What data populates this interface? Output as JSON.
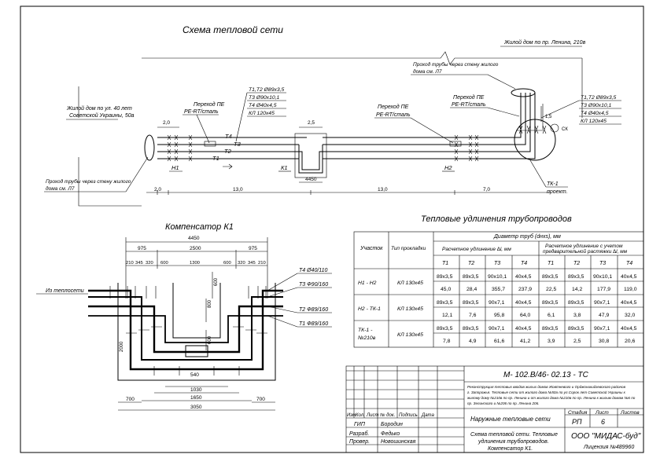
{
  "network": {
    "title": "Схема тепловой сети",
    "house_left": "Жилой дом по ул. 40 лет",
    "house_left_2": "Советской Украины, 50а",
    "house_right": "Жилой дом по пр. Ленина, 210в",
    "pass_right": "Проход трубы через стену жилого",
    "pass_right_2": "дома см. Л7",
    "pass_left": "Проход трубы через стену жилого",
    "pass_left_2": "дома см. Л7",
    "transition": "Переход ПЕ",
    "transition_2": "PE-RT/сталь",
    "spec_1": "Т1,Т2 Ø89х3,5",
    "spec_2": "Т3 Ø90х10,1",
    "spec_3": "Т4 Ø40х4,5",
    "spec_4": "КЛ 120х45",
    "pipes": [
      "Т4",
      "Т3",
      "Т2",
      "Т1"
    ],
    "nodes": [
      "Н1",
      "К1",
      "Н2"
    ],
    "tk": "ТК-1",
    "tk_2": "проект.",
    "sk": "СК",
    "dims": [
      "2,0",
      "2,5",
      "4450",
      "1,5",
      "2,0",
      "13,0",
      "13,0",
      "7,0"
    ]
  },
  "compensator": {
    "title": "Компенсатор К1",
    "from": "Из теплосети",
    "pipes": [
      "Т4 Ø40/110",
      "Т3 Ф90/160",
      "Т2 Ф89/160",
      "Т1 Ф89/160"
    ],
    "dims_top": [
      "4450",
      "975",
      "2500",
      "975",
      "210",
      "345",
      "320",
      "600",
      "1300",
      "600",
      "320",
      "345",
      "210"
    ],
    "dims_bottom": [
      "540",
      "1030",
      "1650",
      "3050",
      "700",
      "700"
    ],
    "dims_vert": [
      "600",
      "800",
      "600",
      "2000"
    ]
  },
  "table": {
    "title": "Тепловые удлинения трубопроводов",
    "col_section": "Участок",
    "col_type": "Тип прокладки",
    "col_diam": "Диаметр труб (dнхs), мм",
    "col_calc": "Расчетное удлинение ∆l, мм",
    "col_calc2": "Расчетное удлинение с учетом",
    "col_calc2_b": "предварительной растяжки ∆l, мм",
    "pipe_heads": [
      "Т1",
      "Т2",
      "Т3",
      "Т4",
      "Т1",
      "Т2",
      "Т3",
      "Т4"
    ],
    "rows": [
      {
        "section": "Н1 - Н2",
        "type": "КЛ 130х45",
        "d": [
          "89х3,5",
          "89х3,5",
          "90х10,1",
          "40х4,5",
          "89х3,5",
          "89х3,5",
          "90х10,1",
          "40х4,5"
        ],
        "v": [
          "45,0",
          "28,4",
          "355,7",
          "237,9",
          "22,5",
          "14,2",
          "177,9",
          "119,0"
        ]
      },
      {
        "section": "Н2 - ТК-1",
        "type": "КЛ 130х45",
        "d": [
          "89х3,5",
          "89х3,5",
          "90х7,1",
          "40х4,5",
          "89х3,5",
          "89х3,5",
          "90х7,1",
          "40х4,5"
        ],
        "v": [
          "12,1",
          "7,6",
          "95,8",
          "64,0",
          "6,1",
          "3,8",
          "47,9",
          "32,0"
        ]
      },
      {
        "section": "ТК-1 -",
        "section_2": "№210в",
        "type": "КЛ 130х45",
        "d": [
          "89х3,5",
          "89х3,5",
          "90х7,1",
          "40х4,5",
          "89х3,5",
          "89х3,5",
          "90х7,1",
          "40х4,5"
        ],
        "v": [
          "7,8",
          "4,9",
          "61,6",
          "41,2",
          "3,9",
          "2,5",
          "30,8",
          "20,6"
        ]
      }
    ]
  },
  "stamp": {
    "code": "М- 102.В/46- 02.13 - ТС",
    "desc_1": "Реконструкция тепловых вводов жилых домов Жовтневого и Орджоникидзевского районов",
    "desc_2": "г. Запорожья. Тепловые сети от жилого дома №50а по ул.Сорок лет Советской Украины к",
    "desc_3": "жилому дому №210в по пр. Ленина и от жилого дома №210в по пр. Ленина к жилым домам №6 по",
    "desc_4": "пр. Зелинского и №206 по пр. Ленина 206.",
    "heads": [
      "Изм.",
      "Кол.",
      "Лист",
      "№ док.",
      "Подпись",
      "Дата"
    ],
    "gip": "ГИП",
    "gip_name": "Бородин",
    "razr": "Разраб.",
    "razr_name": "Федько",
    "prov": "Провер.",
    "prov_name": "Новошинская",
    "object": "Наружные тепловые сети",
    "stage_h": "Стадия",
    "sheet_h": "Лист",
    "sheets_h": "Листов",
    "stage": "РП",
    "sheet": "6",
    "sheet_title_1": "Схема тепловой сети. Тепловые",
    "sheet_title_2": "удлинения трубопроводов.",
    "sheet_title_3": "Компенсатор К1.",
    "company": "ООО \"МИДАС-буд\"",
    "license": "Лицензия №489960"
  }
}
